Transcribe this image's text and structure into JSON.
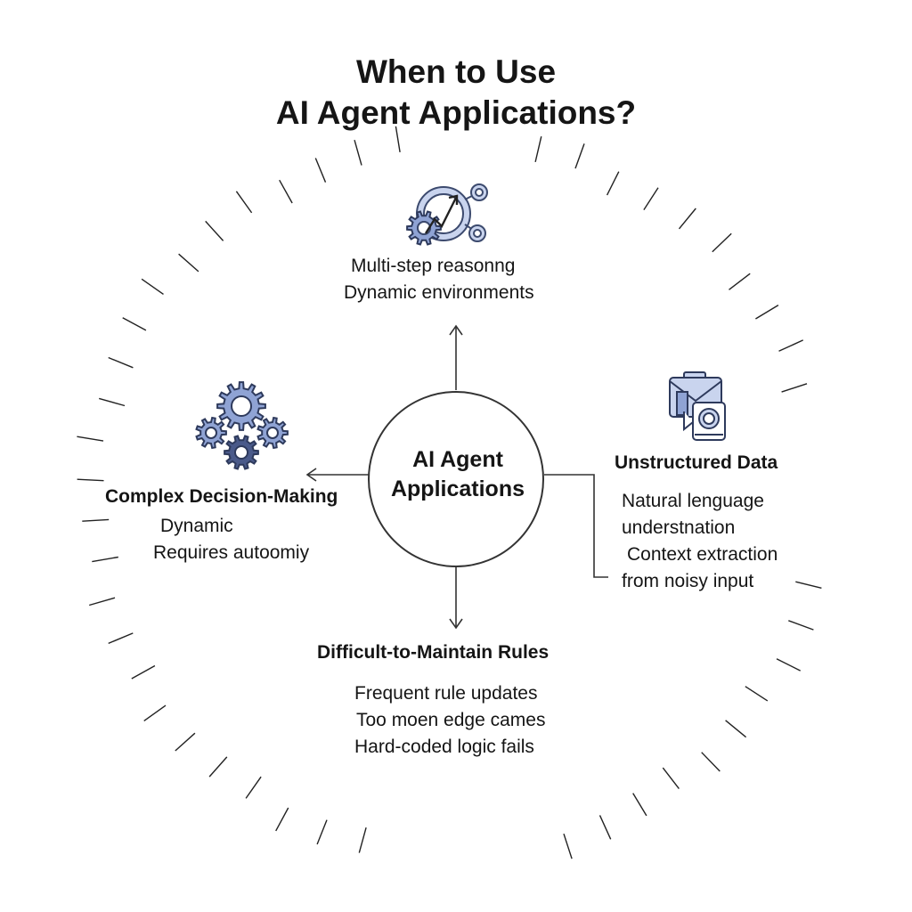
{
  "title": {
    "line1": "When to Use",
    "line2": "AI Agent Applications?"
  },
  "center": {
    "line1": "AI Agent",
    "line2": "Applications"
  },
  "top_node": {
    "icon": "gear-chart-network-icon",
    "lines": [
      "Multi-step reasonng",
      "Dynamic environments"
    ]
  },
  "left_node": {
    "icon": "gears-icon",
    "heading": "Complex Decision-Making",
    "lines": [
      "Dynamic",
      "Requires autoomiy"
    ]
  },
  "right_node": {
    "icon": "document-camera-icon",
    "heading": "Unstructured Data",
    "lines": [
      "Natural lenguage",
      "understnation",
      "Context extraction",
      "from noisy input"
    ]
  },
  "bottom_node": {
    "heading": "Difficult-to-Maintain Rules",
    "lines": [
      "Frequent rule updates",
      "Too moen edge cames",
      "Hard-coded logic fails"
    ]
  },
  "colors": {
    "accent_blue": "#8fa3d4",
    "accent_light": "#c9d4ee",
    "accent_dark": "#4a5a8a",
    "line": "#333333",
    "tick": "#222222"
  }
}
